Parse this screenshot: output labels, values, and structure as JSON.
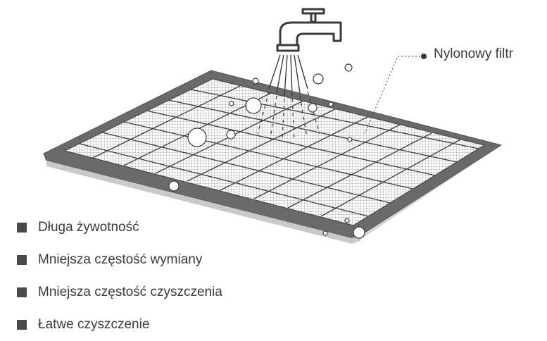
{
  "callout": {
    "label": "Nylonowy filtr"
  },
  "features": [
    "Długa żywotność",
    "Mniejsza częstość wymiany",
    "Mniejsza częstość czyszczenia",
    "Łatwe czyszczenie"
  ],
  "colors": {
    "frame": "#6a6a6a",
    "frame_edge": "#c9c9c9",
    "mesh": "#ffffff",
    "grid": "#3d3d3d",
    "text": "#3a3a3a",
    "bullet": "#4a4a4a"
  },
  "icons": [
    "faucet-icon",
    "water-spray",
    "bubble"
  ]
}
